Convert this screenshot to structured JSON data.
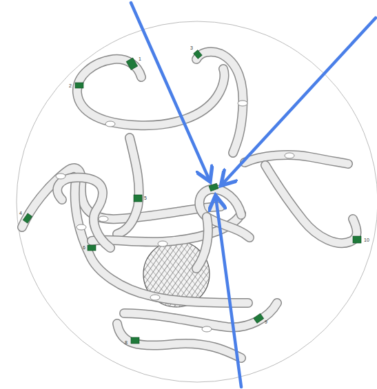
{
  "diagram": {
    "labels": [
      "1",
      "2",
      "3",
      "4",
      "5",
      "6",
      "8",
      "9",
      "10"
    ]
  }
}
